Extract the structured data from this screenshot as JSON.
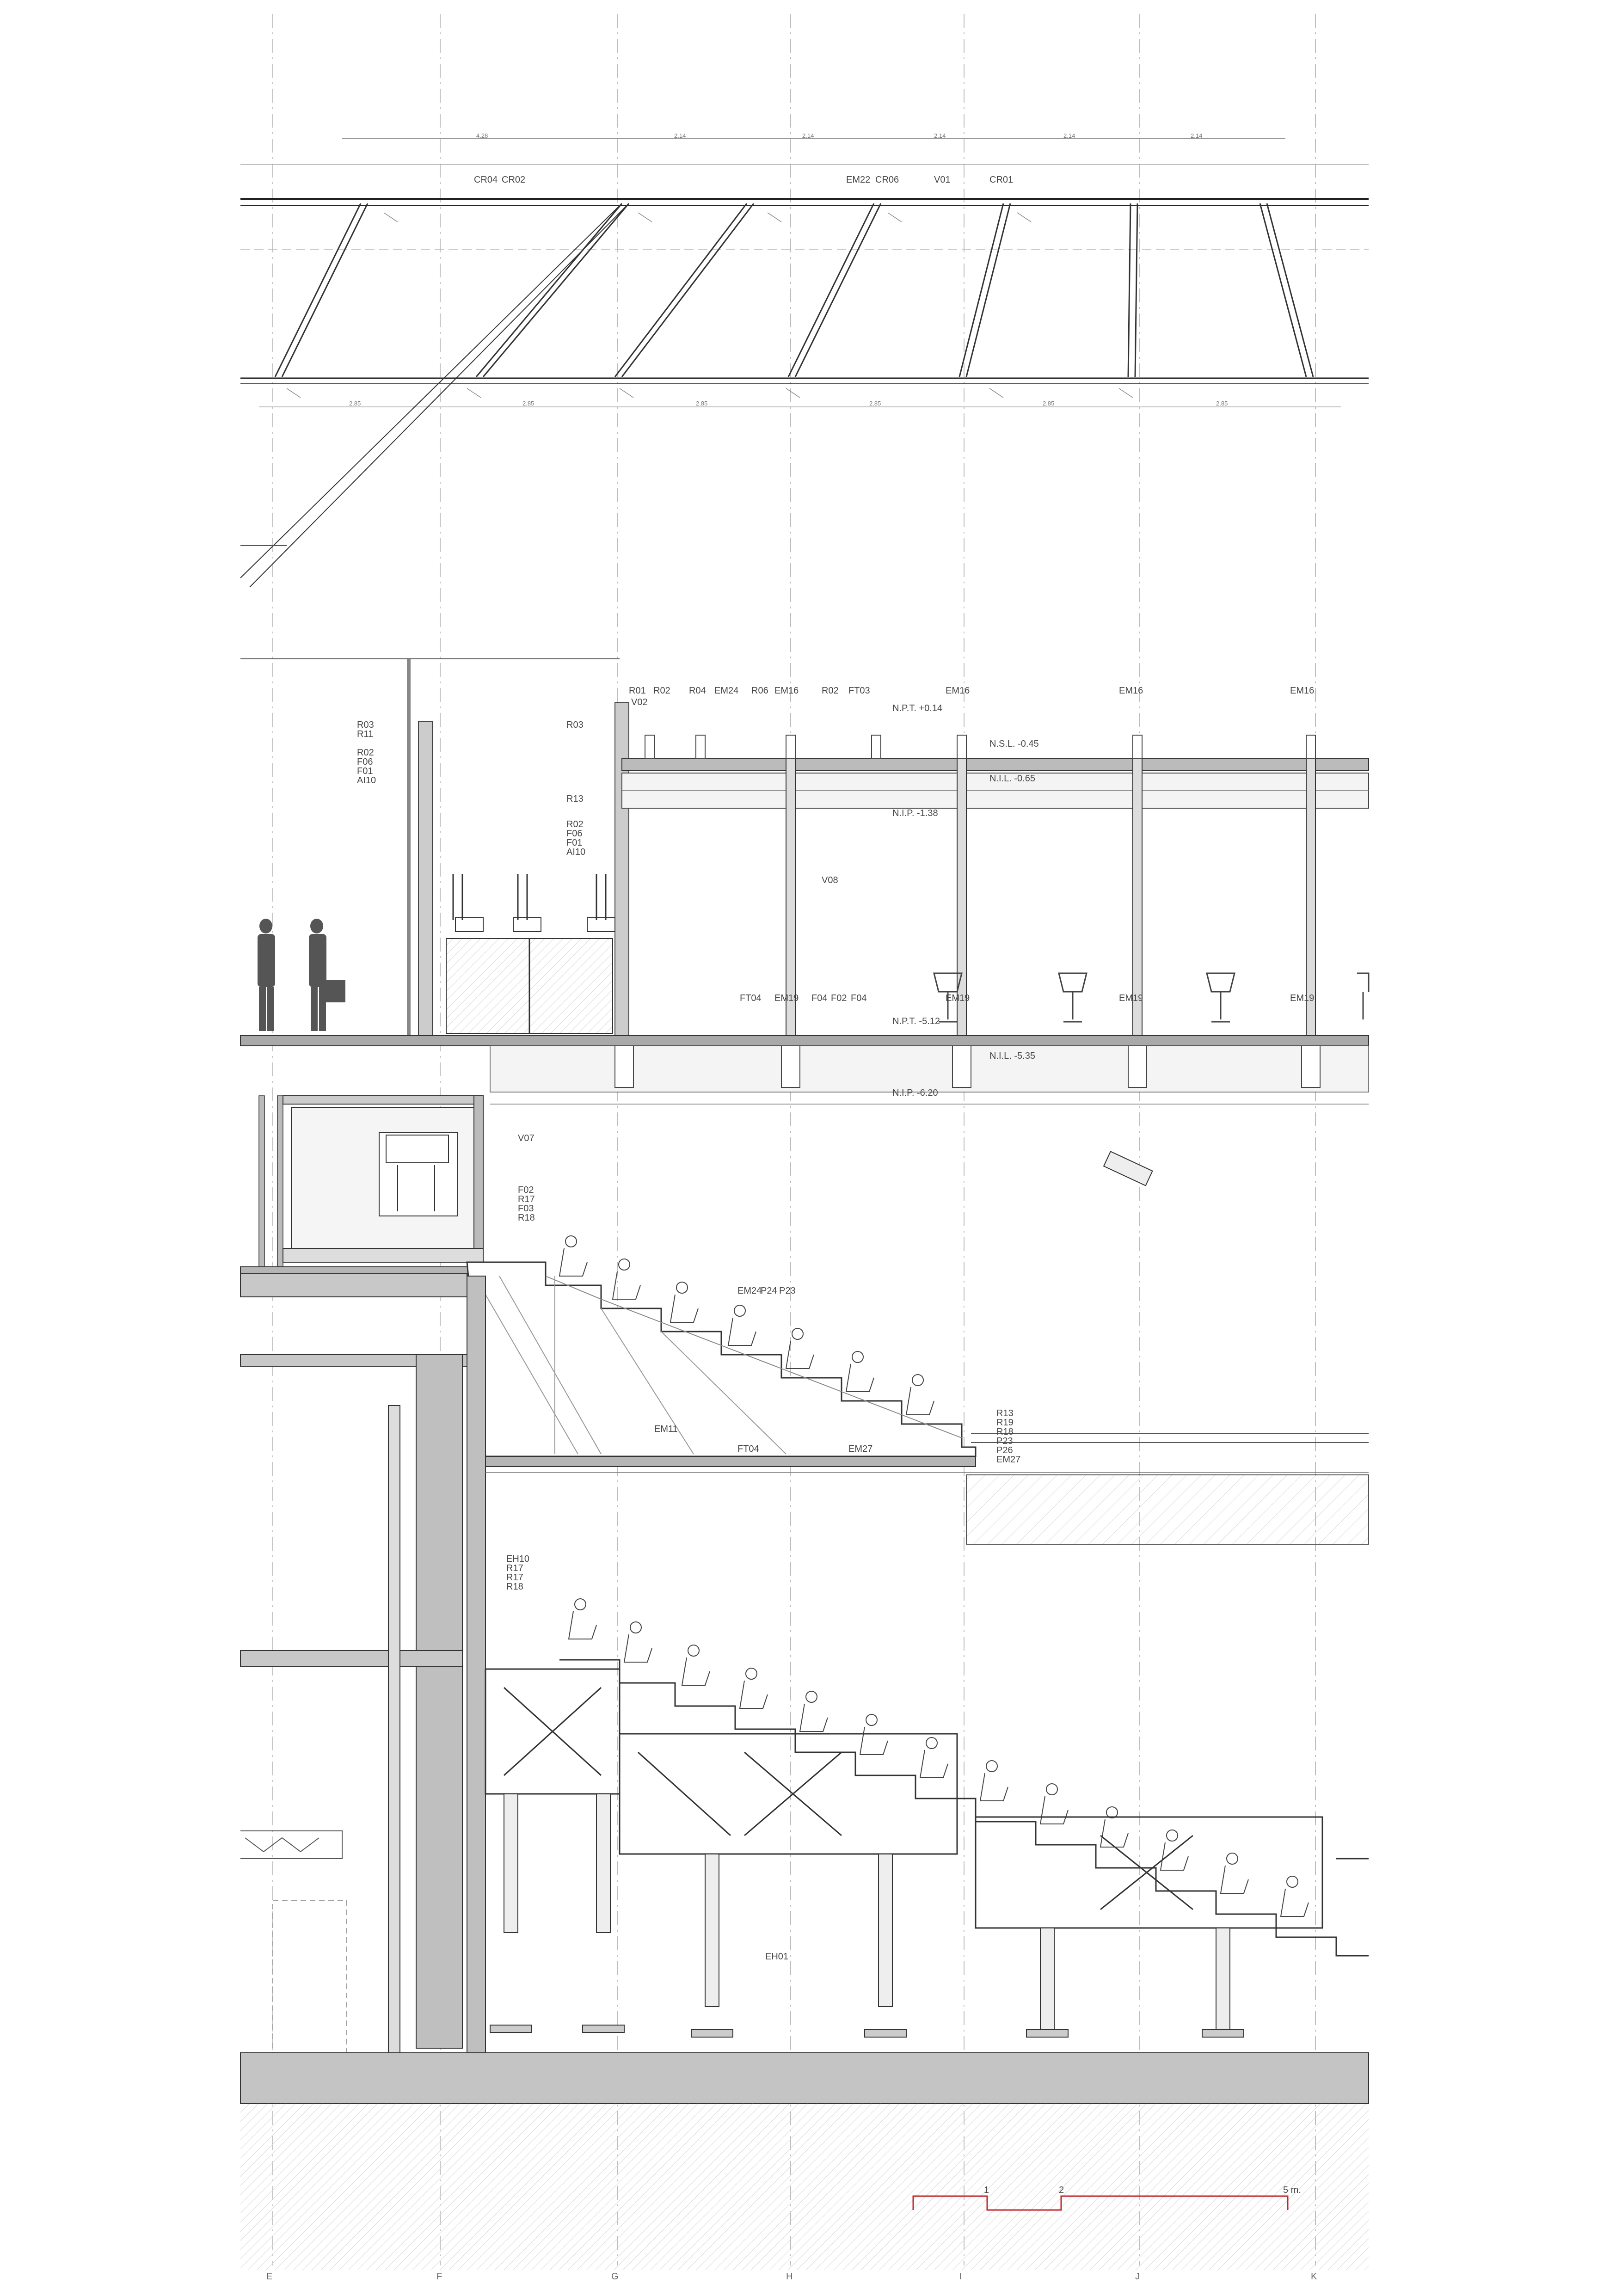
{
  "sheet": {
    "grid_axes": [
      "E",
      "F",
      "G",
      "H",
      "I",
      "J",
      "K"
    ],
    "scale_bar": {
      "ticks": [
        "1",
        "2",
        "5 m."
      ],
      "color": "#c0282d"
    }
  },
  "roof": {
    "labels": [
      "CR04",
      "CR02",
      "EM22",
      "CR06",
      "V01",
      "CR01"
    ],
    "dims_top": [
      "4.28",
      "2.14",
      "2.14",
      "2.14",
      "2.14",
      "2.14"
    ],
    "dims_bottom": [
      "2.85",
      "2.85",
      "2.85",
      "2.85",
      "2.85",
      "2.85"
    ]
  },
  "upper_level": {
    "top_labels": [
      "R01",
      "V02",
      "R02",
      "R04",
      "EM24",
      "R06",
      "EM16",
      "R02",
      "FT03",
      "EM16",
      "EM16",
      "EM16"
    ],
    "left_stack_a": [
      "R03",
      "R11"
    ],
    "left_stack_b": [
      "R02",
      "F06",
      "F01",
      "AI10"
    ],
    "mid_stack_a": [
      "R03"
    ],
    "mid_stack_b": [
      "R13"
    ],
    "mid_stack_c": [
      "R02",
      "F06",
      "F01",
      "AI10"
    ],
    "levels": [
      "N.P.T. +0.14",
      "N.S.L. -0.45",
      "N.I.L. -0.65",
      "N.I.P. -1.38"
    ],
    "column_label": "V08",
    "floor_labels": [
      "FT04",
      "EM19",
      "F04",
      "F02",
      "F04",
      "EM19",
      "EM19",
      "EM19"
    ],
    "floor_levels": [
      "N.P.T. -5.12",
      "N.I.L. -5.35",
      "N.I.P. -6.20"
    ]
  },
  "booth": {
    "labels": [
      "V07",
      "F02",
      "R17",
      "F03",
      "R18"
    ]
  },
  "balcony": {
    "labels_a": [
      "EM24",
      "P24",
      "P23"
    ],
    "labels_b": [
      "EM11",
      "FT04",
      "EM27"
    ],
    "labels_c": [
      "R13",
      "R19",
      "R18",
      "P23",
      "P26",
      "EM27"
    ]
  },
  "lower_hall": {
    "left_labels": [
      "EH10",
      "R17",
      "R17",
      "R18"
    ],
    "floor_label": "EH01"
  }
}
